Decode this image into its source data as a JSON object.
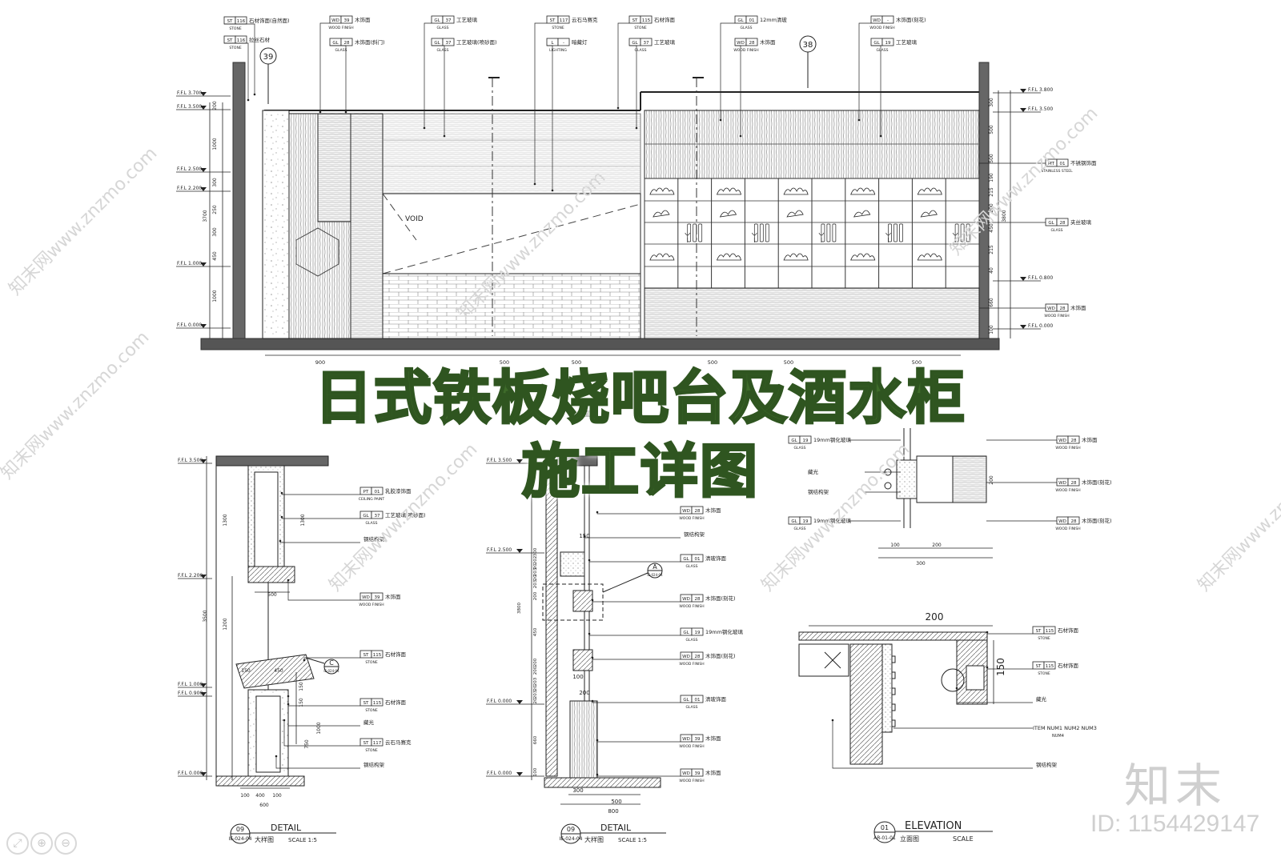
{
  "title": {
    "line1": "日式铁板烧吧台及酒水柜",
    "line2": "施工详图"
  },
  "brand": {
    "logo_text": "知末",
    "id_label": "ID: 1154429147"
  },
  "watermark": "知末网www.znzmo.com",
  "elevation_top": {
    "grid_markers": [
      "39",
      "38"
    ],
    "void_label": "VOID",
    "levels_left": [
      "F.F.L 3.700",
      "F.F.L 3.500",
      "F.F.L 2.500",
      "F.F.L 2.200",
      "F.F.L 1.000",
      "F.F.L 0.000"
    ],
    "levels_right": [
      "F.F.L 3.800",
      "F.F.L 3.500",
      "F.F.L 0.800",
      "F.F.L 0.000"
    ],
    "dims_left": [
      "200",
      "1000",
      "300",
      "250",
      "300",
      "450",
      "1000"
    ],
    "dim_left_total": "3700",
    "dims_right": [
      "300",
      "500",
      "500",
      "190",
      "215",
      "200",
      "450",
      "215",
      "40",
      "660",
      "100"
    ],
    "dim_right_total": "3800",
    "dims_bottom": [
      "900",
      "500",
      "500",
      "500",
      "500",
      "500"
    ],
    "tags_top": [
      {
        "code": "ST",
        "num": "116",
        "note": "石材饰面(自然面)",
        "sub": "STONE"
      },
      {
        "code": "ST",
        "num": "116",
        "note": "拉丝石材",
        "sub": "STONE"
      },
      {
        "code": "WD",
        "num": "39",
        "note": "木饰面",
        "sub": "WOOD FINISH"
      },
      {
        "code": "GL",
        "num": "28",
        "note": "木饰面(斜门)",
        "sub": "GLASS"
      },
      {
        "code": "GL",
        "num": "37",
        "note": "工艺玻璃",
        "sub": "GLASS"
      },
      {
        "code": "GL",
        "num": "37",
        "note": "工艺玻璃(喷砂面)",
        "sub": "GLASS"
      },
      {
        "code": "ST",
        "num": "117",
        "note": "云石马赛克",
        "sub": "STONE"
      },
      {
        "code": "L",
        "num": "-",
        "note": "暗藏灯",
        "sub": "LIGHTING"
      },
      {
        "code": "ST",
        "num": "115",
        "note": "石材饰面",
        "sub": "STONE"
      },
      {
        "code": "GL",
        "num": "37",
        "note": "工艺玻璃",
        "sub": "GLASS"
      },
      {
        "code": "GL",
        "num": "01",
        "note": "12mm清玻",
        "sub": "GLASS"
      },
      {
        "code": "WD",
        "num": "28",
        "note": "木饰面",
        "sub": "WOOD FINISH"
      },
      {
        "code": "WD",
        "num": "-",
        "note": "木饰面(刻花)",
        "sub": "WOOD FINISH"
      },
      {
        "code": "GL",
        "num": "19",
        "note": "工艺玻璃",
        "sub": "GLASS"
      }
    ],
    "tags_right": [
      {
        "code": "MT",
        "num": "01",
        "note": "不锈钢饰面",
        "sub": "STAINLESS STEEL"
      },
      {
        "code": "GL",
        "num": "28",
        "note": "夹丝玻璃",
        "sub": "GLASS"
      },
      {
        "code": "WD",
        "num": "28",
        "note": "木饰面",
        "sub": "WOOD FINISH"
      }
    ],
    "caption_partial": "立面图"
  },
  "detail_09_left": {
    "levels": [
      "F.F.L 3.500",
      "F.F.L 2.200",
      "F.F.L 1.000",
      "F.F.L 0.900",
      "F.F.L 0.000"
    ],
    "dims": [
      "1300",
      "1300",
      "3500",
      "1200",
      "500",
      "150",
      "450",
      "150",
      "150",
      "1000",
      "750",
      "100",
      "400",
      "100",
      "600"
    ],
    "tags": [
      {
        "code": "PT",
        "num": "01",
        "note": "乳胶漆饰面",
        "sub": "CEILING PAINT"
      },
      {
        "code": "GL",
        "num": "37",
        "note": "工艺玻璃(喷砂面)",
        "sub": "GLASS"
      },
      {
        "code": "",
        "num": "",
        "note": "钢结构架",
        "sub": ""
      },
      {
        "code": "WD",
        "num": "39",
        "note": "木饰面",
        "sub": "WOOD FINISH"
      },
      {
        "code": "ST",
        "num": "115",
        "note": "石材饰面",
        "sub": "STONE"
      },
      {
        "code": "ST",
        "num": "115",
        "note": "石材饰面",
        "sub": "STONE"
      },
      {
        "code": "",
        "num": "",
        "note": "藏光",
        "sub": ""
      },
      {
        "code": "ST",
        "num": "117",
        "note": "云石马赛克",
        "sub": "STONE"
      },
      {
        "code": "",
        "num": "",
        "note": "钢结构架",
        "sub": ""
      }
    ],
    "callout": {
      "letter": "C",
      "ref": "IE-024-04"
    },
    "title": {
      "num": "09",
      "ref": "IE-024-04",
      "name": "DETAIL",
      "cn": "大样图",
      "scale": "SCALE 1:5"
    }
  },
  "detail_09_mid": {
    "levels": [
      "F.F.L 3.500",
      "F.F.L 2.500",
      "F.F.L 0.000",
      "F.F.L 0.000"
    ],
    "dims": [
      "300",
      "202",
      "20",
      "203",
      "20",
      "203",
      "200",
      "450",
      "200",
      "3800",
      "200",
      "203",
      "20",
      "203",
      "20",
      "660",
      "100",
      "150",
      "100",
      "200",
      "300",
      "500",
      "800"
    ],
    "tags": [
      {
        "code": "WD",
        "num": "28",
        "note": "木饰面",
        "sub": "WOOD FINISH"
      },
      {
        "code": "",
        "num": "",
        "note": "钢结构架",
        "sub": ""
      },
      {
        "code": "GL",
        "num": "01",
        "note": "清玻饰面",
        "sub": "GLASS"
      },
      {
        "code": "WD",
        "num": "28",
        "note": "木饰面(刻花)",
        "sub": "WOOD FINISH"
      },
      {
        "code": "GL",
        "num": "19",
        "note": "19mm钢化玻璃",
        "sub": "GLASS"
      },
      {
        "code": "WD",
        "num": "28",
        "note": "木饰面(刻花)",
        "sub": "WOOD FINISH"
      },
      {
        "code": "GL",
        "num": "01",
        "note": "清玻饰面",
        "sub": "GLASS"
      },
      {
        "code": "WD",
        "num": "39",
        "note": "木饰面",
        "sub": "WOOD FINISH"
      },
      {
        "code": "WD",
        "num": "39",
        "note": "木饰面",
        "sub": "WOOD FINISH"
      }
    ],
    "callout": {
      "letter": "A",
      "ref": "IE-024-04"
    },
    "title": {
      "num": "09",
      "ref": "IE-024-04",
      "name": "DETAIL",
      "cn": "大样图",
      "scale": "SCALE 1:5"
    }
  },
  "detail_plan_small": {
    "tags_left": [
      {
        "code": "GL",
        "num": "19",
        "note": "19mm钢化玻璃",
        "sub": "GLASS"
      },
      {
        "code": "",
        "num": "",
        "note": "藏光",
        "sub": ""
      },
      {
        "code": "",
        "num": "",
        "note": "钢结构架",
        "sub": ""
      },
      {
        "code": "GL",
        "num": "19",
        "note": "19mm钢化玻璃",
        "sub": "GLASS"
      }
    ],
    "tags_right": [
      {
        "code": "WD",
        "num": "28",
        "note": "木饰面",
        "sub": "WOOD FINISH"
      },
      {
        "code": "WD",
        "num": "28",
        "note": "木饰面(刻花)",
        "sub": "WOOD FINISH"
      },
      {
        "code": "WD",
        "num": "28",
        "note": "木饰面(刻花)",
        "sub": "WOOD FINISH"
      }
    ],
    "dims": [
      "100",
      "200",
      "300",
      "200"
    ]
  },
  "elevation_01": {
    "dims": [
      "200",
      "150"
    ],
    "tags": [
      {
        "code": "ST",
        "num": "115",
        "note": "石材饰面",
        "sub": "STONE"
      },
      {
        "code": "ST",
        "num": "115",
        "note": "石材饰面",
        "sub": "STONE"
      },
      {
        "code": "",
        "num": "",
        "note": "藏光",
        "sub": ""
      },
      {
        "code": "ITEM",
        "num": "NUM1 NUM2",
        "note": "NUM3",
        "sub": "NUM4"
      },
      {
        "code": "",
        "num": "",
        "note": "钢结构架",
        "sub": ""
      }
    ],
    "title": {
      "num": "01",
      "ref": "AR-01-01",
      "name": "ELEVATION",
      "cn": "立面图",
      "scale": "SCALE"
    }
  }
}
